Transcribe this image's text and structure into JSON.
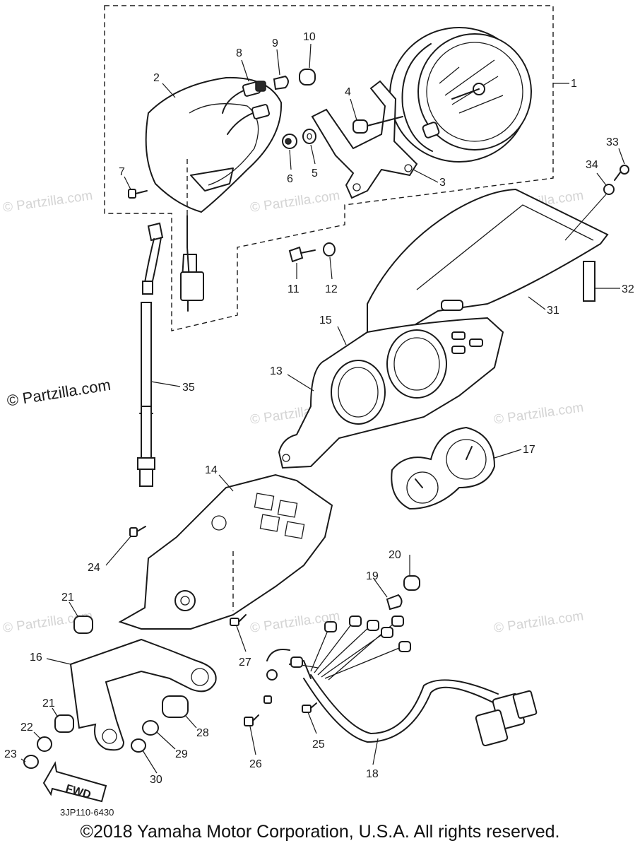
{
  "callouts": [
    "1",
    "2",
    "3",
    "4",
    "5",
    "6",
    "7",
    "8",
    "9",
    "10",
    "11",
    "12",
    "13",
    "14",
    "15",
    "16",
    "17",
    "18",
    "19",
    "20",
    "21",
    "21",
    "22",
    "23",
    "24",
    "25",
    "26",
    "27",
    "28",
    "29",
    "30",
    "31",
    "32",
    "33",
    "34",
    "35"
  ],
  "watermark_small": "© Partzilla.com",
  "watermark_main": "© Partzilla.com",
  "fwd_label": "FWD",
  "diagram_code": "3JP110-6430",
  "copyright": "©2018 Yamaha Motor Corporation, U.S.A. All rights reserved."
}
